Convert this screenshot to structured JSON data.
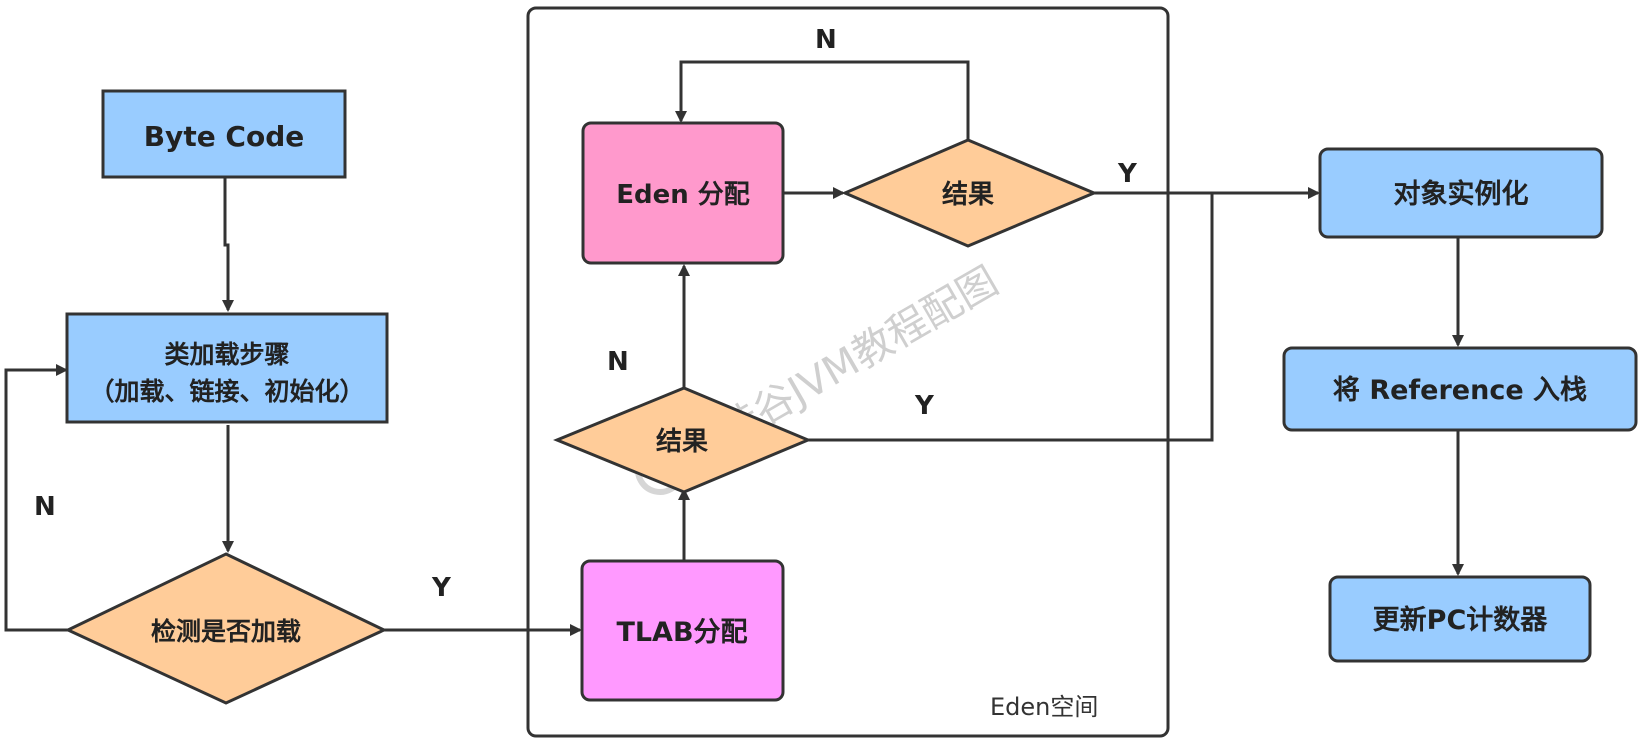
{
  "nodes": {
    "bytecode": "Byte Code",
    "classload_line1": "类加载步骤",
    "classload_line2": "（加载、链接、初始化）",
    "check_loaded": "检测是否加载",
    "tlab": "TLAB分配",
    "result_tlab": "结果",
    "eden": "Eden 分配",
    "result_eden": "结果",
    "instantiate": "对象实例化",
    "push_ref": "将 Reference 入栈",
    "update_pc": "更新PC计数器"
  },
  "container_label": "Eden空间",
  "edge_labels": {
    "check_no": "N",
    "check_yes": "Y",
    "tlab_no": "N",
    "tlab_yes": "Y",
    "eden_no": "N",
    "eden_yes": "Y"
  },
  "watermark": "尚硅谷JVM教程配图",
  "colors": {
    "blue_box": "#99ccff",
    "pink_box": "#ff99cc",
    "magenta_box": "#ff99ff",
    "diamond": "#ffcc99",
    "stroke": "#333333"
  }
}
